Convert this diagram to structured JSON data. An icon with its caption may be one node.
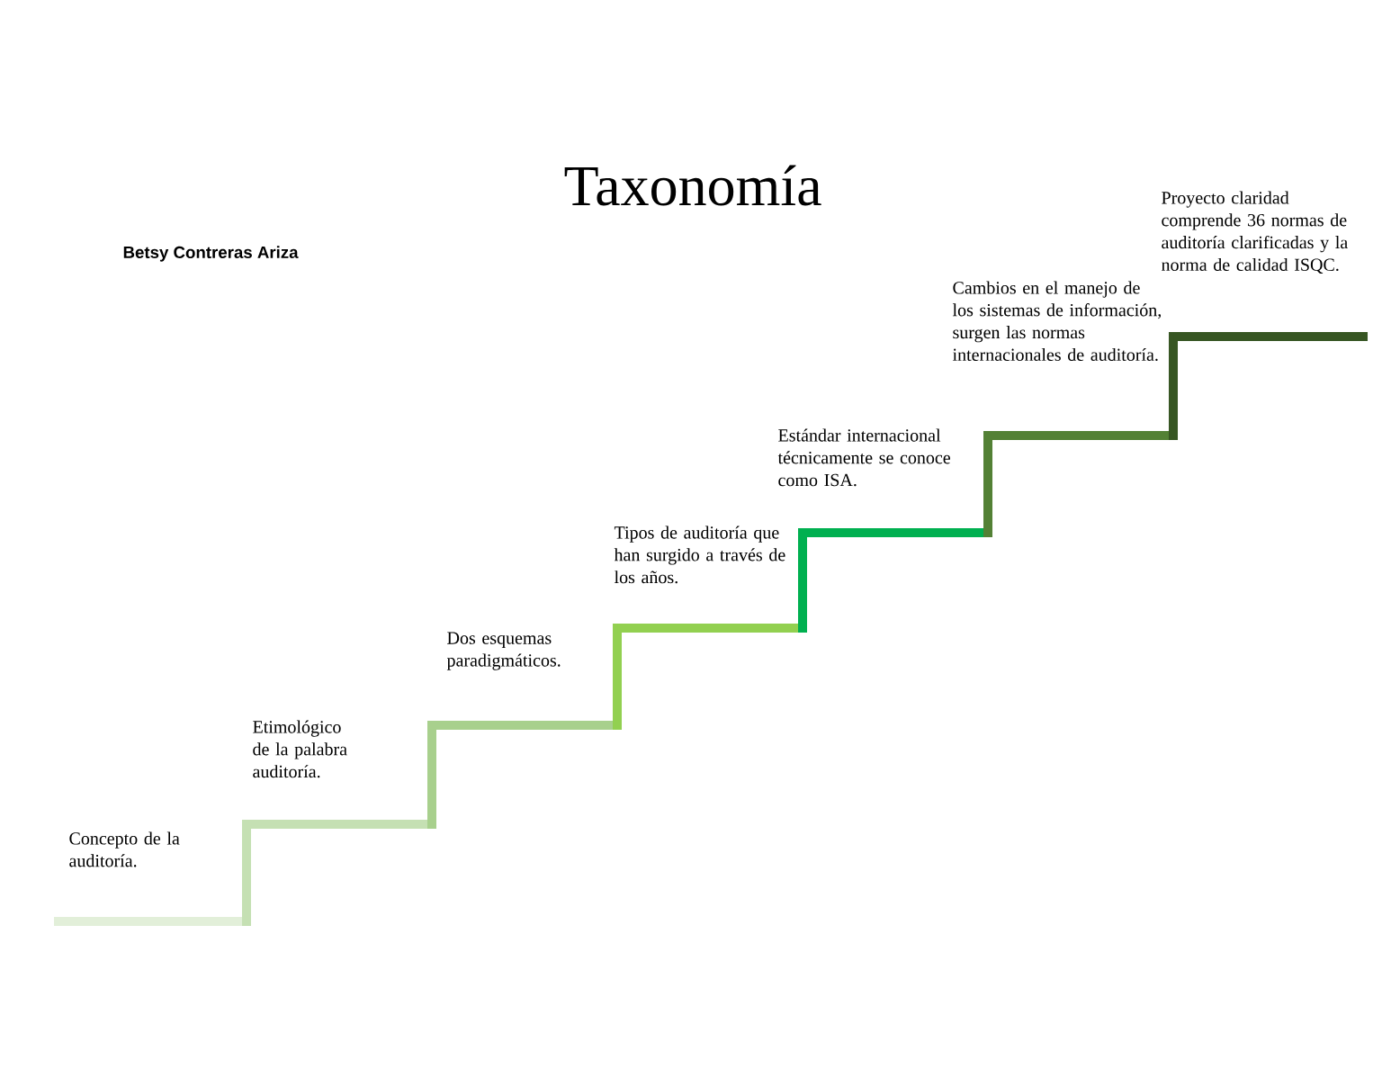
{
  "diagram": {
    "title": "Taxonomía",
    "labels": [
      "Betsy Contreras Ariza",
      "Concepto de la auditoría.",
      "Etimológico de la palabra auditoría.",
      "Dos esquemas paradigmáticos.",
      "Tipos de auditoría que han surgido a través de los años.",
      "Estándar internacional técnicamente se conoce como ISA.",
      "Cambios en el manejo de los sistemas de información, surgen las normas internacionales de auditoría.",
      "Proyecto claridad comprende 36 normas de auditoría clarificadas y la norma de calidad ISQC."
    ]
  }
}
